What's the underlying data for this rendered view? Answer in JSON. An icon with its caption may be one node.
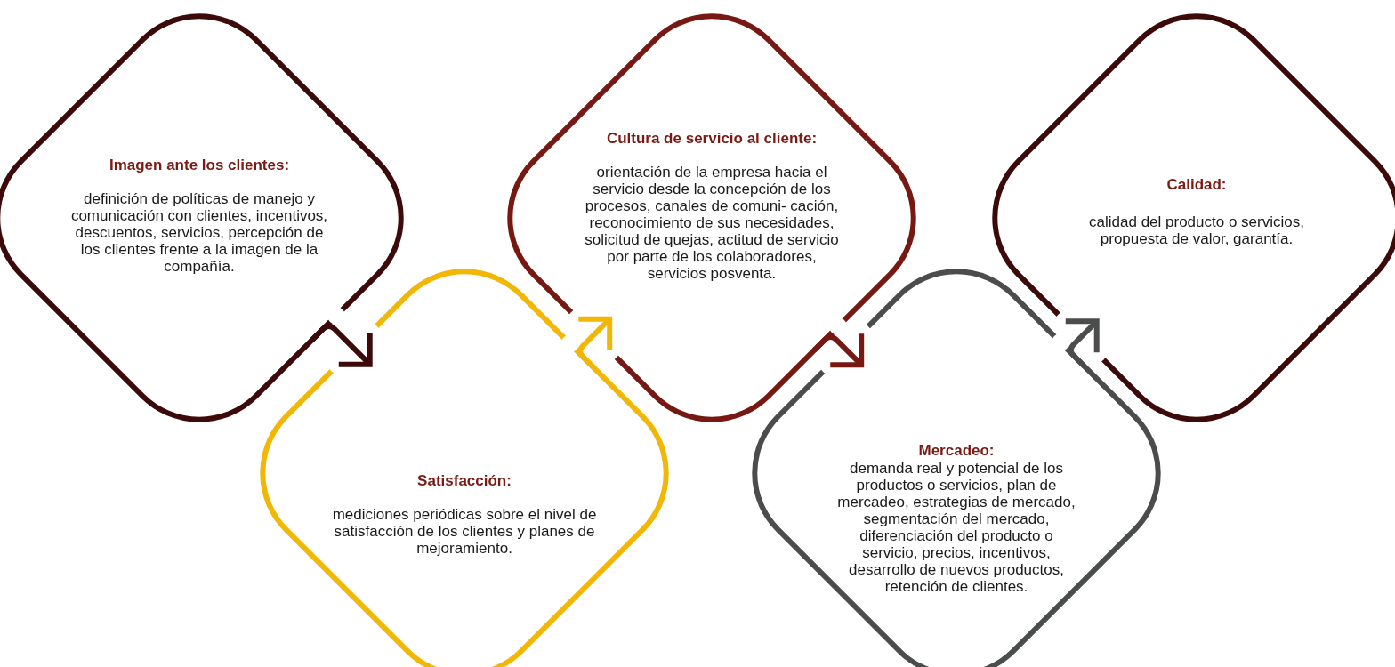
{
  "diagram": {
    "nodes": [
      {
        "text": [
          "Imagen ante los clientes:",
          "definición de políticas de manejo y comunicación con clientes, incentivos, descuentos, servicios, percepción de los clientes frente a la imagen de la compañía."
        ]
      },
      {
        "text": [
          "Satisfacción:",
          "mediciones periódicas sobre el nivel de satisfacción de los clientes y planes de mejoramiento."
        ]
      },
      {
        "text": [
          "Cultura de servicio al cliente:",
          "orientación de la empresa hacia el servicio desde la concepción de los procesos, canales de comuni- cación, reconocimiento de sus necesidades, solicitud de quejas, actitud de servicio por parte de los colaboradores, servicios posventa."
        ]
      },
      {
        "text": [
          "Mercadeo:",
          "demanda real y potencial de los productos o servicios, plan de mercadeo, estrategias de mercado, segmentación del mercado, diferenciación del producto o servicio, precios, incentivos, desarrollo de nuevos productos, retención de clientes."
        ]
      },
      {
        "text": [
          "Calidad:",
          "calidad del producto o servicios, propuesta de valor, garantía."
        ]
      }
    ],
    "edges": [
      {
        "from": 0,
        "to": 1,
        "arrow": "to",
        "color": "#3d0a0a"
      },
      {
        "from": 1,
        "to": 2,
        "arrow": "to",
        "color": "#f2b705"
      },
      {
        "from": 2,
        "to": 3,
        "arrow": "to",
        "color": "#781812"
      },
      {
        "from": 3,
        "to": 4,
        "arrow": "to",
        "color": "#4b4d4d"
      }
    ]
  }
}
